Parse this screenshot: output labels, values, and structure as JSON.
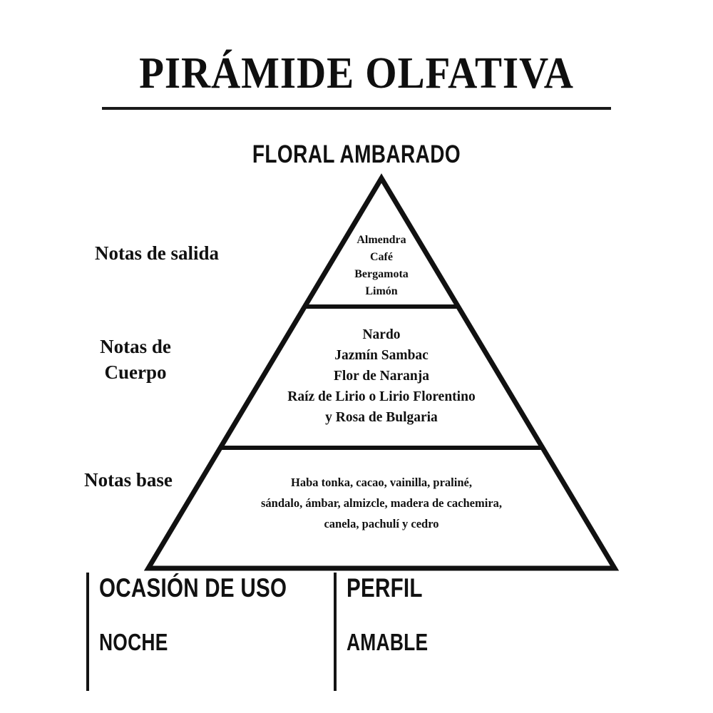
{
  "colors": {
    "background": "#ffffff",
    "ink": "#111111",
    "rule": "#1a1a1a"
  },
  "title": {
    "text": "PIRÁMIDE OLFATIVA"
  },
  "pyramid": {
    "heading": "FLORAL AMBARADO",
    "levels": [
      {
        "id": "top",
        "side_label": "Notas de salida",
        "side_label_lines": [
          "Notas de salida"
        ],
        "notes": [
          "Almendra",
          "Café",
          "Bergamota",
          "Limón"
        ]
      },
      {
        "id": "heart",
        "side_label": "Notas de Cuerpo",
        "side_label_lines": [
          "Notas de",
          "Cuerpo"
        ],
        "notes": [
          "Nardo",
          "Jazmín Sambac",
          "Flor de Naranja",
          "Raíz de Lirio o Lirio Florentino",
          "y Rosa de Bulgaria"
        ]
      },
      {
        "id": "base",
        "side_label": "Notas base",
        "side_label_lines": [
          "Notas base"
        ],
        "notes": [
          "Haba tonka, cacao, vainilla, praliné,",
          "sándalo, ámbar, almizcle, madera de cachemira,",
          "canela, pachulí y cedro"
        ]
      }
    ]
  },
  "footer": {
    "columns": [
      {
        "id": "ocasion-de-uso",
        "title": "OCASIÓN DE USO",
        "value": "NOCHE"
      },
      {
        "id": "perfil",
        "title": "PERFIL",
        "value": "AMABLE"
      }
    ]
  },
  "chart_data": {
    "type": "diagram",
    "subtype": "olfactory-pyramid",
    "title": "PIRÁMIDE OLFATIVA",
    "family": "FLORAL AMBARADO",
    "levels": [
      {
        "name": "Notas de salida",
        "items": [
          "Almendra",
          "Café",
          "Bergamota",
          "Limón"
        ]
      },
      {
        "name": "Notas de Cuerpo",
        "items": [
          "Nardo",
          "Jazmín Sambac",
          "Flor de Naranja",
          "Raíz de Lirio o Lirio Florentino",
          "y Rosa de Bulgaria"
        ]
      },
      {
        "name": "Notas base",
        "items": [
          "Haba tonka",
          "cacao",
          "vainilla",
          "praliné",
          "sándalo",
          "ámbar",
          "almizcle",
          "madera de cachemira",
          "canela",
          "pachulí",
          "cedro"
        ]
      }
    ],
    "attributes": [
      {
        "label": "OCASIÓN DE USO",
        "value": "NOCHE"
      },
      {
        "label": "PERFIL",
        "value": "AMABLE"
      }
    ]
  }
}
